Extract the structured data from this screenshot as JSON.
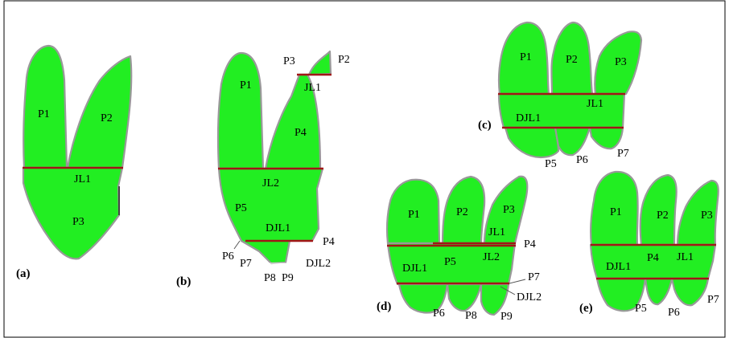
{
  "colors": {
    "region_fill": "#22ee22",
    "region_outline": "#999999",
    "cut_line": "#a11616",
    "border": "#000000"
  },
  "panels": {
    "a": {
      "caption": "(a)",
      "labels": {
        "p1": "P1",
        "p2": "P2",
        "jl1": "JL1",
        "p3": "P3"
      }
    },
    "b": {
      "caption": "(b)",
      "labels": {
        "p1": "P1",
        "p2": "P2",
        "p3": "P3",
        "jl1": "JL1",
        "p4": "P4",
        "jl2": "JL2",
        "p5": "P5",
        "djl1": "DJL1",
        "p4b": "P4",
        "p6": "P6",
        "p7": "P7",
        "p8": "P8",
        "p9": "P9",
        "djl2": "DJL2"
      }
    },
    "c": {
      "caption": "(c)",
      "labels": {
        "p1": "P1",
        "p2": "P2",
        "p3": "P3",
        "djl1": "DJL1",
        "jl1": "JL1",
        "p5": "P5",
        "p6": "P6",
        "p7": "P7"
      }
    },
    "d": {
      "caption": "(d)",
      "labels": {
        "p1": "P1",
        "p2": "P2",
        "p3": "P3",
        "jl1": "JL1",
        "p4": "P4",
        "djl1": "DJL1",
        "p5": "P5",
        "jl2": "JL2",
        "p7": "P7",
        "djl2": "DJL2",
        "p6": "P6",
        "p8": "P8",
        "p9": "P9"
      }
    },
    "e": {
      "caption": "(e)",
      "labels": {
        "p1": "P1",
        "p2": "P2",
        "p3": "P3",
        "djl1": "DJL1",
        "p4": "P4",
        "jl1": "JL1",
        "p5": "P5",
        "p6": "P6",
        "p7": "P7"
      }
    }
  }
}
